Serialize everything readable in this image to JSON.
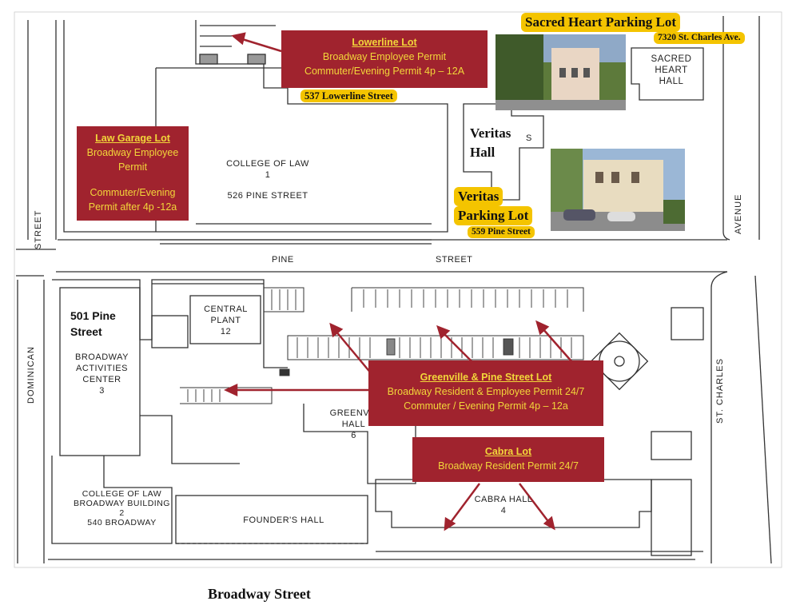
{
  "map": {
    "buildings": {
      "college_of_law": {
        "name": "COLLEGE OF LAW",
        "num": "1",
        "addr": "526 PINE STREET"
      },
      "sacred_heart": {
        "line1": "SACRED",
        "line2": "HEART",
        "line3": "HALL"
      },
      "veritas_inner": "S",
      "central_plant": {
        "line1": "CENTRAL",
        "line2": "PLANT",
        "num": "12"
      },
      "activities": {
        "line1": "BROADWAY",
        "line2": "ACTIVITIES",
        "line3": "CENTER",
        "num": "3"
      },
      "greenville": {
        "line1": "GREENVIL",
        "line2": "HALL",
        "num": "6"
      },
      "cabra": {
        "name": "CABRA HALL",
        "num": "4"
      },
      "law_broadway": {
        "line1": "COLLEGE OF LAW",
        "line2": "BROADWAY BUILDING",
        "num": "2",
        "addr": "540 BROADWAY"
      },
      "founders": "FOUNDER'S HALL"
    },
    "streets": {
      "pine_left": "PINE",
      "pine_right": "STREET",
      "street_left": "STREET",
      "dominican": "DOMINICAN",
      "avenue": "AVENUE",
      "st_charles": "ST. CHARLES",
      "broadway": "Broadway Street"
    },
    "labels": {
      "pine_501_l1": "501 Pine",
      "pine_501_l2": "Street",
      "veritas_hall_l1": "Veritas",
      "veritas_hall_l2": "Hall"
    },
    "tags": {
      "sacred_heart_lot": "Sacred Heart Parking Lot",
      "sacred_heart_addr": "7320 St. Charles Ave.",
      "lowerline_addr": "537 Lowerline Street",
      "veritas_lot_l1": "Veritas",
      "veritas_lot_l2": "Parking Lot",
      "veritas_addr": "559 Pine Street"
    },
    "lots": {
      "lowerline": {
        "title": "Lowerline Lot",
        "line1": "Broadway Employee  Permit",
        "line2": "Commuter/Evening Permit 4p – 12A"
      },
      "law_garage": {
        "title": "Law Garage Lot",
        "line1": "Broadway Employee",
        "line2": "Permit",
        "line3": "Commuter/Evening",
        "line4": "Permit after 4p -12a"
      },
      "greenville_pine": {
        "title": "Greenville & Pine Street Lot",
        "line1": "Broadway Resident & Employee Permit 24/7",
        "line2": "Commuter / Evening Permit  4p – 12a"
      },
      "cabra": {
        "title": "Cabra Lot",
        "line1": "Broadway Resident Permit 24/7"
      }
    },
    "colors": {
      "lot_box": "#a0232e",
      "lot_text": "#f2d63a",
      "tag": "#f4c400",
      "arrow": "#a0232e"
    }
  }
}
